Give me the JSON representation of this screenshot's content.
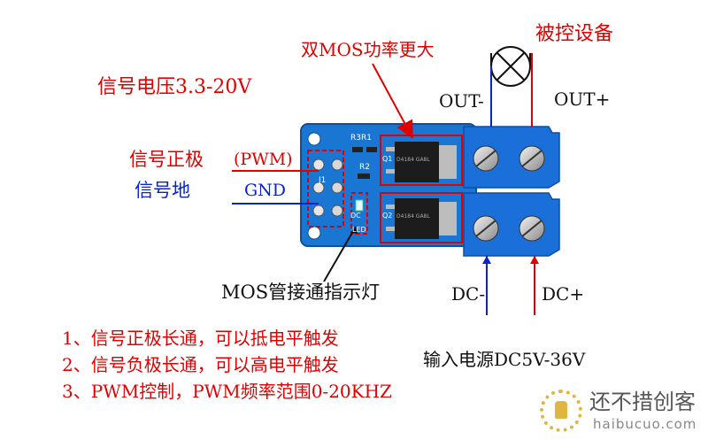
{
  "device_label": "被控设备",
  "power_label": "双MOS功率更大",
  "signal_voltage": "信号电压3.3-20V",
  "out_minus": "OUT-",
  "out_plus": "OUT+",
  "signal_positive": "信号正极",
  "pwm_pin": "(PWM)",
  "signal_ground": "信号地",
  "gnd_pin": "GND",
  "led_label": "MOS管接通指示灯",
  "dc_minus": "DC-",
  "dc_plus": "DC+",
  "input_power": "输入电源DC5V-36V",
  "notes": [
    "1、信号正极长通，可以抵电平触发",
    "2、信号负极长通，可以高电平触发",
    "3、PWM控制，PWM频率范围0-20KHZ"
  ],
  "board": {
    "silk_r3r1": "R3R1",
    "silk_r2": "R2",
    "silk_j1": "J1",
    "silk_q1": "Q1",
    "silk_q2": "Q2",
    "silk_dc": "DC",
    "silk_led": "LED",
    "chip_marking_1": "D4184 GA8L",
    "chip_marking_2": "D4184 GA8L"
  },
  "watermark": {
    "brand": "还不措创客",
    "domain": "haibucuo.com"
  },
  "colors": {
    "pcb": "#1976d2",
    "terminal": "#1a6fd9",
    "wire_red": "#e00000",
    "wire_blue": "#0a24c8",
    "watermark_gold": "#e0b640"
  }
}
